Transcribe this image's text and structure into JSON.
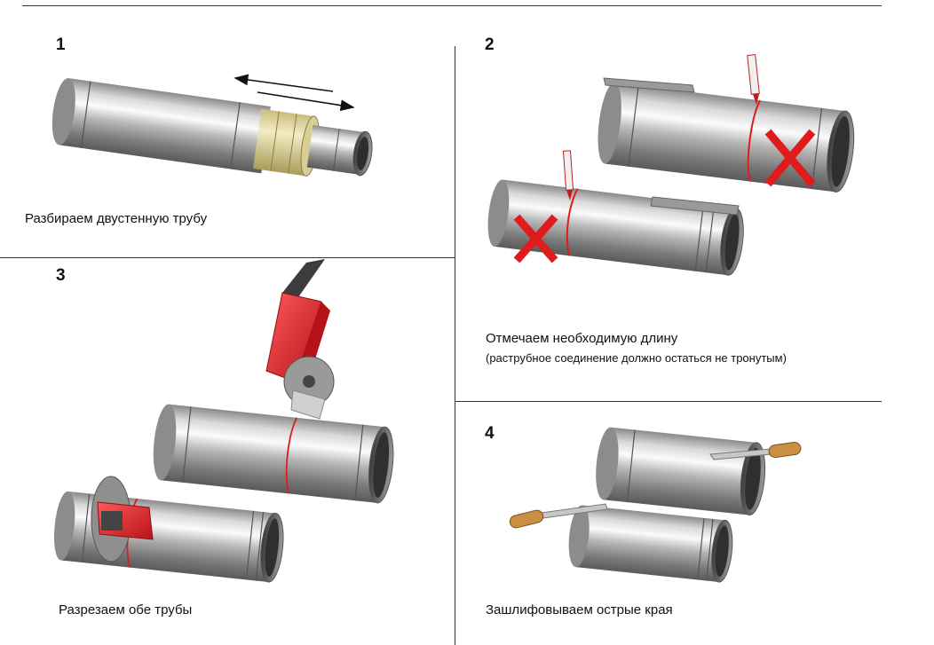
{
  "steps": [
    {
      "number": "1",
      "caption": "Разбираем двустенную трубу"
    },
    {
      "number": "2",
      "caption": "Отмечаем необходимую длину",
      "note": "(раструбное соединение должно остаться не тронутым)"
    },
    {
      "number": "3",
      "caption": "Разрезаем обе трубы"
    },
    {
      "number": "4",
      "caption": "Зашлифовываем острые края"
    }
  ],
  "colors": {
    "steel_dark": "#6e6e6e",
    "steel_light": "#f2f2f2",
    "insulation": "#e6dca5",
    "mark_red": "#e01b1b",
    "tool_red": "#d8232a",
    "handle_wood": "#c98f45"
  }
}
